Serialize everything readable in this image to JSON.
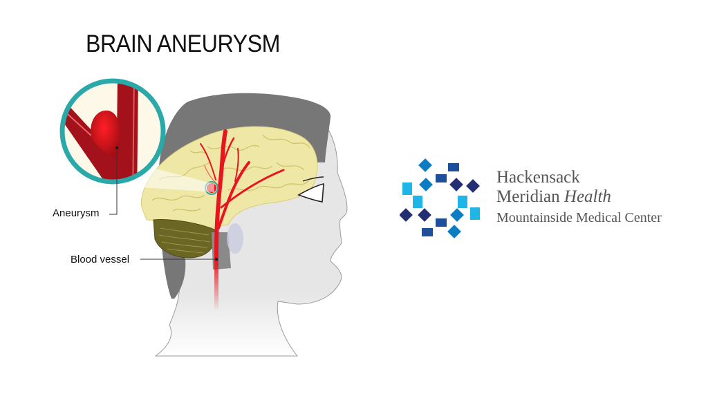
{
  "illustration": {
    "title": "BRAIN ANEURYSM",
    "labels": {
      "aneurysm": "Aneurysm",
      "blood_vessel": "Blood vessel"
    },
    "colors": {
      "zoom_ring": "#2aa9a8",
      "zoom_bg": "#fdf8e8",
      "vessel_dark": "#a3111a",
      "vessel_red": "#e8141f",
      "brain": "#efe7a6",
      "cerebellum": "#6b6624",
      "skull": "#7a7a7a",
      "skin": "#e8e8e8"
    }
  },
  "logo": {
    "line1": "Hackensack",
    "line2_regular": "Meridian ",
    "line2_italic": "Health",
    "line3": "Mountainside Medical Center",
    "colors": {
      "light": "#1fb5e6",
      "mid": "#0b7dc2",
      "dark": "#1e4f9a",
      "navy": "#232f72",
      "text": "#555555"
    }
  }
}
